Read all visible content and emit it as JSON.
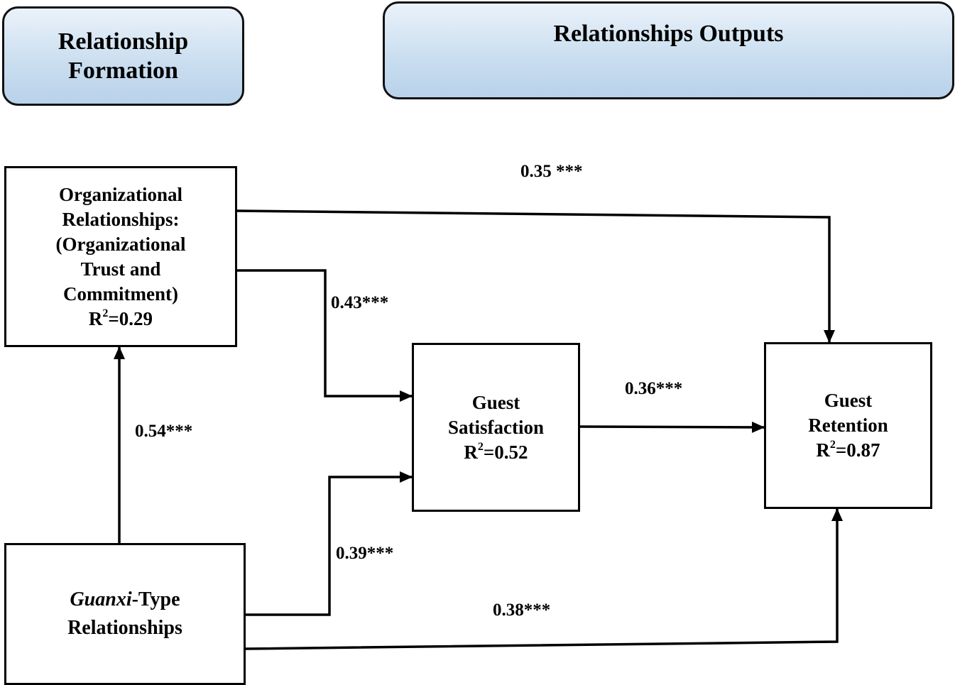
{
  "headers": {
    "formation": {
      "line1": "Relationship",
      "line2": "Formation"
    },
    "outputs": "Relationships Outputs"
  },
  "boxes": {
    "org": {
      "lines": [
        "Organizational",
        "Relationships:",
        "(Organizational",
        "Trust and",
        "Commitment)"
      ],
      "r2_prefix": "R",
      "r2_sup": "2",
      "r2_value": "=0.29"
    },
    "guanxi": {
      "italic": "Guanxi",
      "rest": "-Type",
      "line2": "Relationships"
    },
    "satisfaction": {
      "line1": "Guest",
      "line2": "Satisfaction",
      "r2_prefix": "R",
      "r2_sup": "2",
      "r2_value": "=0.52"
    },
    "retention": {
      "line1": "Guest",
      "line2": "Retention",
      "r2_prefix": "R",
      "r2_sup": "2",
      "r2_value": "=0.87"
    }
  },
  "paths": {
    "org_to_retention": "0.35 ***",
    "org_to_satisfaction": "0.43***",
    "satisfaction_to_retention": "0.36***",
    "guanxi_to_org": "0.54***",
    "guanxi_to_satisfaction": "0.39***",
    "guanxi_to_retention": "0.38***"
  }
}
